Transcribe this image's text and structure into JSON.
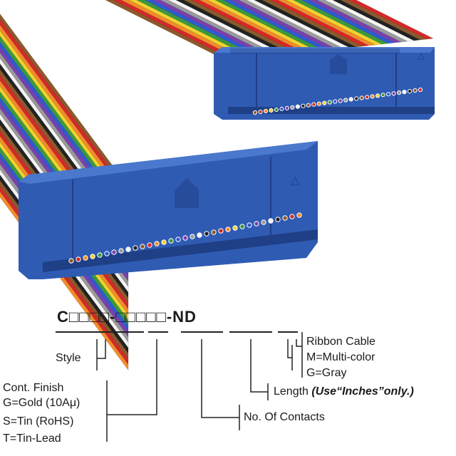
{
  "part_code": {
    "prefix": "C",
    "box_group_1": "□□□□",
    "dash_1": "-",
    "box_group_2": "□□□□□",
    "suffix": "-ND"
  },
  "labels": {
    "style": "Style",
    "finish": [
      "Cont. Finish",
      "G=Gold (10Aμ)",
      "S=Tin (RoHS)",
      "T=Tin-Lead"
    ],
    "contacts": "No. Of Contacts",
    "length": "Length",
    "length_note": "(Use“Inches”only.)",
    "cable": [
      "Ribbon Cable",
      "M=Multi-color",
      "G=Gray"
    ]
  },
  "colors": {
    "connector": "#2f5bb3",
    "connector_dark": "#1f3f86",
    "connector_light": "#4a78cc",
    "lines": "#222222",
    "wires": [
      "#8b5a2b",
      "#d62828",
      "#f28c28",
      "#f2d22e",
      "#3a9a3a",
      "#2f5bd0",
      "#7b3fb0",
      "#9a9a9a",
      "#f4f4f4",
      "#222222"
    ]
  }
}
